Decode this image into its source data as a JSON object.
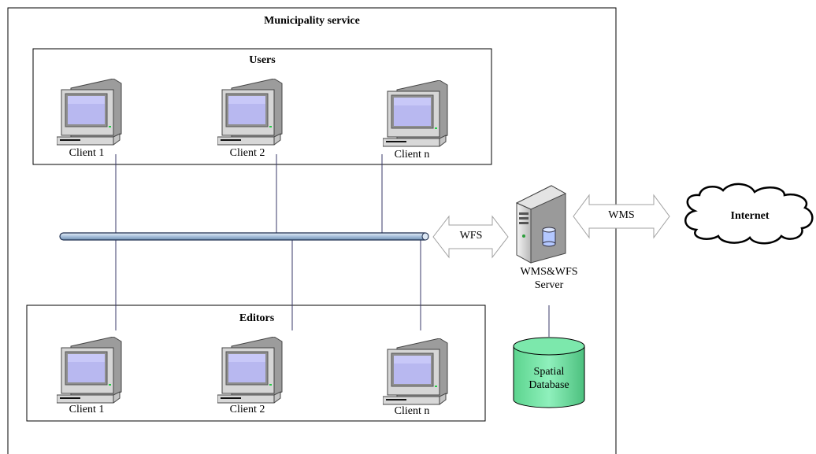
{
  "outer_box": {
    "title": "Municipality service"
  },
  "users_box": {
    "title": "Users",
    "clients": [
      "Client 1",
      "Client 2",
      "Client n"
    ]
  },
  "editors_box": {
    "title": "Editors",
    "clients": [
      "Client 1",
      "Client 2",
      "Client n"
    ]
  },
  "arrows": {
    "wfs": "WFS",
    "wms": "WMS"
  },
  "server": {
    "line1": "WMS&WFS",
    "line2": "Server"
  },
  "database": {
    "line1": "Spatial",
    "line2": "Database"
  },
  "internet": {
    "label": "Internet"
  },
  "colors": {
    "bus_fill": "#c5d6e8",
    "bus_stroke": "#1f2f4f",
    "link_line": "#3a3a6a",
    "screen": "#b8b8f0",
    "monitor": "#d8d8d8",
    "database_fill": "#6ee0a0",
    "arrow_stroke": "#a0a0a0"
  }
}
